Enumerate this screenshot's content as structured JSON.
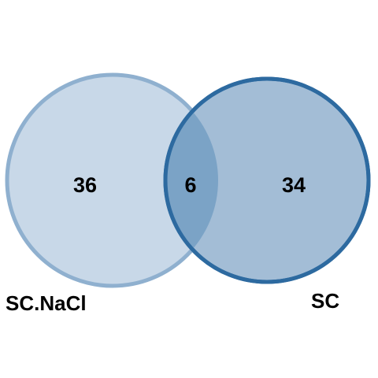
{
  "venn": {
    "sets": [
      {
        "label": "SC.NaCl",
        "fill": "#c8d8e8",
        "stroke": "#8fb0cf"
      },
      {
        "label": "SC",
        "fill": "#a3bdd6",
        "stroke": "#2d6aa0"
      }
    ],
    "counts": {
      "sc_nacl_only": "36",
      "overlap": "6",
      "sc_only": "34"
    },
    "overlap_fill": "#7ba3c6"
  }
}
